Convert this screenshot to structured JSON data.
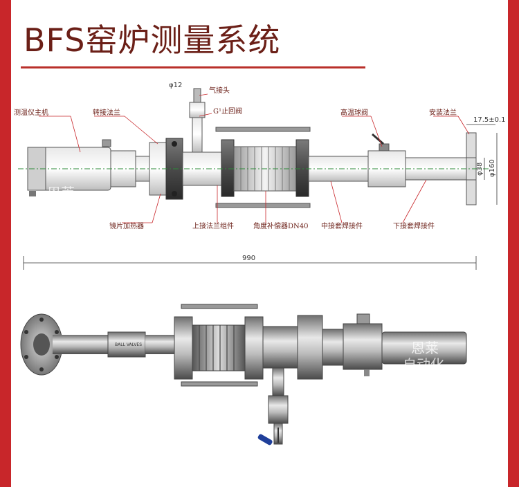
{
  "title": "BFS窑炉测量系统",
  "watermark": {
    "line1": "恩莱",
    "line2": "自动化"
  },
  "drawing": {
    "labels": {
      "thermometer_host": "测温仪主机",
      "adapter_flange": "转接法兰",
      "phi12": "φ12",
      "air_connector": "气接头",
      "check_valve": "G¹止回阀",
      "high_temp_ball_valve": "高温球阀",
      "install_flange": "安装法兰",
      "lens_heater": "镜片加热器",
      "upper_flange_assembly": "上接法兰组件",
      "angle_compensator": "角度补偿器DN40",
      "middle_sleeve": "中接套焊接件",
      "lower_sleeve": "下接套焊接件",
      "dim_flange_thickness": "17.5±0.1",
      "dim_phi38": "φ38",
      "dim_phi160": "φ160",
      "dim_total_length": "990"
    }
  },
  "photo": {
    "valve_label": "BALL VALVES"
  },
  "colors": {
    "border": "#c8262a",
    "title": "#6b1f17",
    "leader": "#c8262a",
    "centerline": "#2e8b3a"
  }
}
